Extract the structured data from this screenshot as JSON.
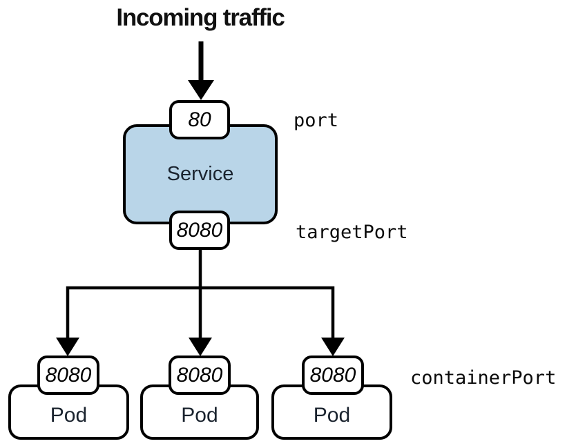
{
  "diagram": {
    "title": "Incoming traffic",
    "service": {
      "label": "Service",
      "port_badge": "80",
      "target_port_badge": "8080"
    },
    "annotations": {
      "port": "port",
      "target_port": "targetPort",
      "container_port": "containerPort"
    },
    "pods": [
      {
        "label": "Pod",
        "badge": "8080"
      },
      {
        "label": "Pod",
        "badge": "8080"
      },
      {
        "label": "Pod",
        "badge": "8080"
      }
    ],
    "colors": {
      "service_fill": "#b9d5e8",
      "stroke": "#000000",
      "label_text": "#1a232e"
    }
  }
}
